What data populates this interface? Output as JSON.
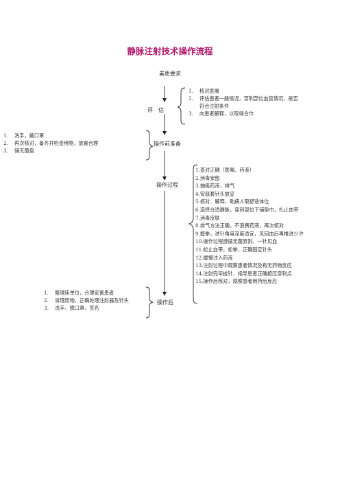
{
  "title": "静脉注射技术操作流程",
  "flow": {
    "step_quality": "素质要求",
    "step_assess": "评　估",
    "step_prepare": "操作前准备",
    "step_process": "操作过程",
    "step_after": "操作后"
  },
  "assess_items": [
    {
      "num": "1.",
      "text": "核对医嘱"
    },
    {
      "num": "2.",
      "text": "评估患者一般情况，穿刺部位血管情况，是否",
      "cont": "符合注射条件"
    },
    {
      "num": "3.",
      "text": "向患者解释，以取得合作"
    }
  ],
  "prepare_items": [
    {
      "num": "1.",
      "text": "洗手，戴口罩"
    },
    {
      "num": "2.",
      "text": "再次核对，备齐并检查用物，放置合理"
    },
    {
      "num": "3.",
      "text": "铺无菌盘"
    }
  ],
  "process_items": [
    "1.查对正确（医嘱、药液）",
    "2.消毒安瓿",
    "3.抽吸药液，排气",
    "4.安瓿套针头放妥",
    "5.核对、解释，助病人取舒适体位",
    "6.选择合适静脉，穿刺部位下铺垫巾，扎止血带",
    "7.消毒皮肤",
    "8.排气方法正确，不浪费药液，再次核对",
    "9.握拳，进针角度深度适宜，见回血后再推进少许",
    "10.操作过程遵循无菌原则、一针见血",
    "11.松止血带，松拳，正确固定针头",
    "12.缓慢注入药液",
    "13.注射过程中观察患者情况及有无药物反应",
    "14.注射完毕拔针，指导患者正确按压穿刺点",
    "15.操作后核对，观察患者用药后反应"
  ],
  "after_items": [
    {
      "num": "1.",
      "text": "整理床单位，合理安置患者"
    },
    {
      "num": "2.",
      "text": "清理用物，正确处理注射器及针头"
    },
    {
      "num": "3.",
      "text": "洗手、脱口罩，签名"
    }
  ]
}
